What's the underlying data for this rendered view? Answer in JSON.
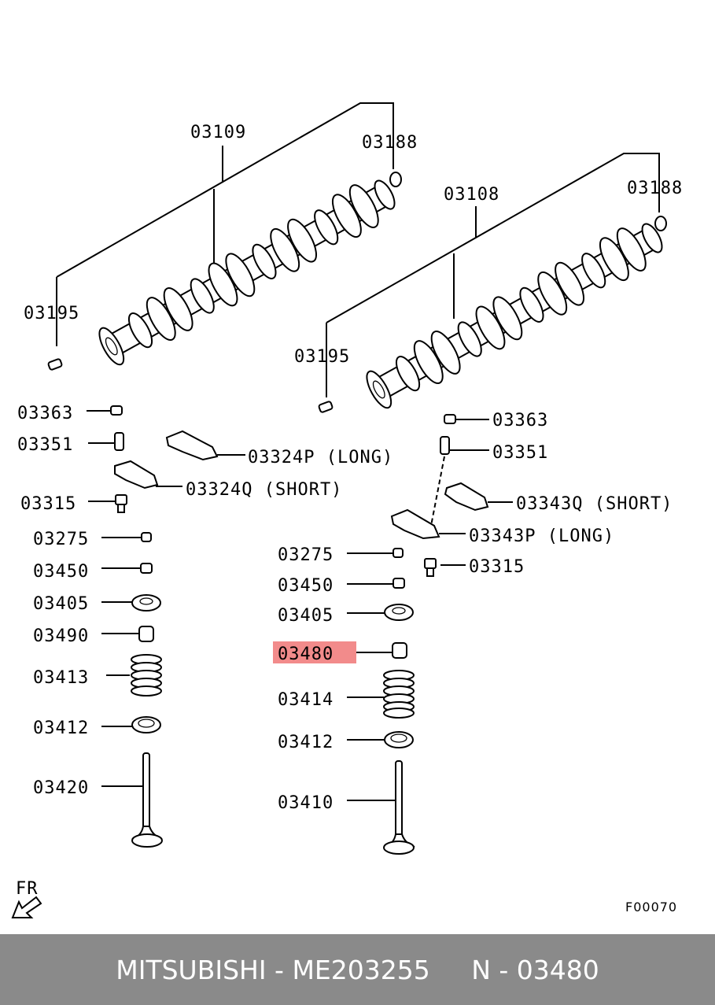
{
  "labels": {
    "p03109": "03109",
    "p03188a": "03188",
    "p03108": "03108",
    "p03188b": "03188",
    "p03195a": "03195",
    "p03195b": "03195",
    "p03363a": "03363",
    "p03351a": "03351",
    "p03324p": "03324P (LONG)",
    "p03324q": "03324Q (SHORT)",
    "p03315a": "03315",
    "p03275a": "03275",
    "p03450a": "03450",
    "p03405a": "03405",
    "p03490": "03490",
    "p03413": "03413",
    "p03412a": "03412",
    "p03420": "03420",
    "p03363b": "03363",
    "p03351b": "03351",
    "p03343q": "03343Q (SHORT)",
    "p03343p": "03343P (LONG)",
    "p03275b": "03275",
    "p03315b": "03315",
    "p03450b": "03450",
    "p03405b": "03405",
    "p03480": "03480",
    "p03414": "03414",
    "p03412b": "03412",
    "p03410": "03410"
  },
  "highlight": {
    "color": "#f28b8b"
  },
  "direction": "FR",
  "figure_code": "F00070",
  "footer": {
    "text": "MITSUBISHI - ME203255     N - 03480"
  }
}
